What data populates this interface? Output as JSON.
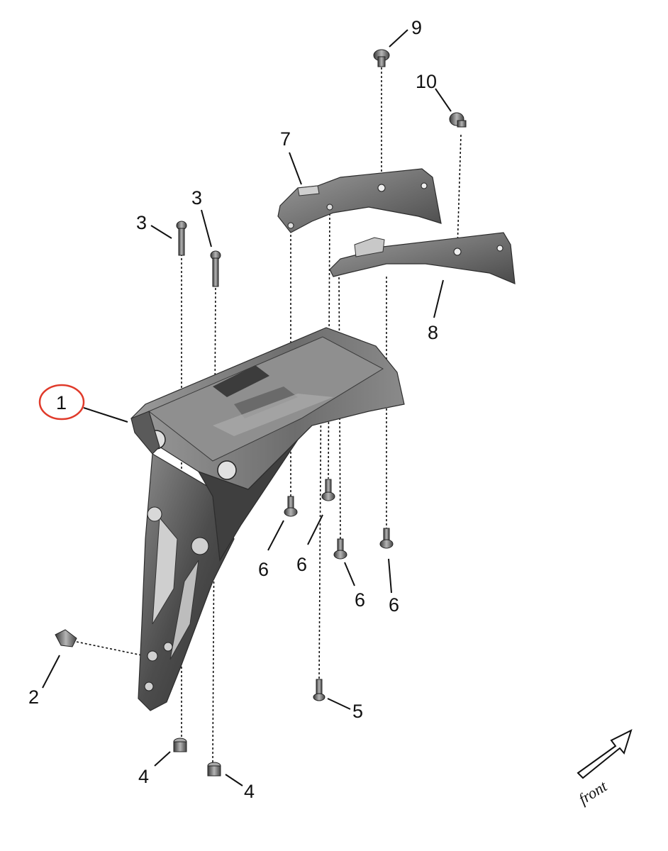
{
  "diagram": {
    "callouts": [
      {
        "id": "1",
        "label": "1",
        "highlighted": true
      },
      {
        "id": "2",
        "label": "2"
      },
      {
        "id": "3a",
        "label": "3"
      },
      {
        "id": "3b",
        "label": "3"
      },
      {
        "id": "4a",
        "label": "4"
      },
      {
        "id": "4b",
        "label": "4"
      },
      {
        "id": "5",
        "label": "5"
      },
      {
        "id": "6a",
        "label": "6"
      },
      {
        "id": "6b",
        "label": "6"
      },
      {
        "id": "6c",
        "label": "6"
      },
      {
        "id": "6d",
        "label": "6"
      },
      {
        "id": "7",
        "label": "7"
      },
      {
        "id": "8",
        "label": "8"
      },
      {
        "id": "9",
        "label": "9"
      },
      {
        "id": "10",
        "label": "10"
      }
    ],
    "direction_label": "front",
    "colors": {
      "highlight_circle": "#e03a2a",
      "part_fill_dark": "#4a4a4a",
      "part_fill_light": "#8a8a8a",
      "line": "#111111"
    }
  }
}
